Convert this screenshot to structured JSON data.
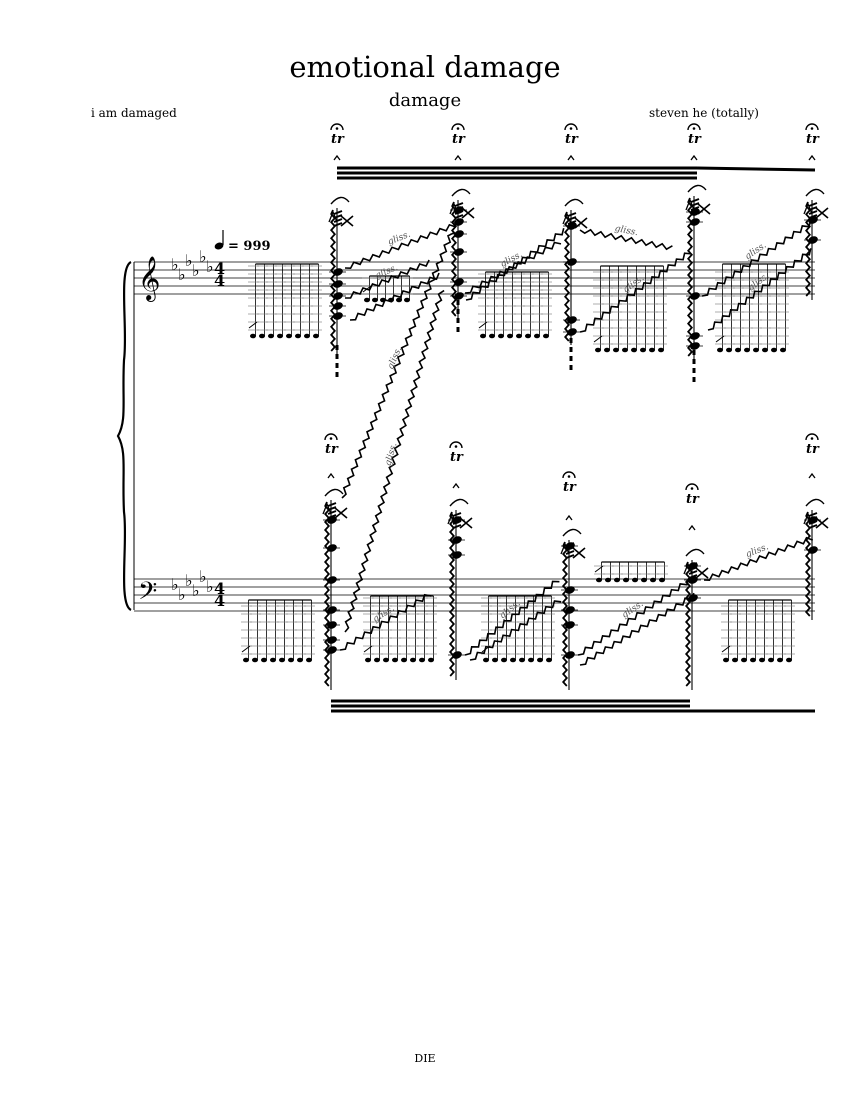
{
  "header": {
    "title": "emotional damage",
    "subtitle": "damage",
    "dedication": "i am damaged",
    "composer": "steven he (totally)"
  },
  "footer": {
    "text": "DIE"
  },
  "score": {
    "tempo_value": "= 999",
    "time_signature": {
      "numerator": "4",
      "denominator": "4"
    },
    "ornament": "tr",
    "gliss_label": "gliss."
  }
}
